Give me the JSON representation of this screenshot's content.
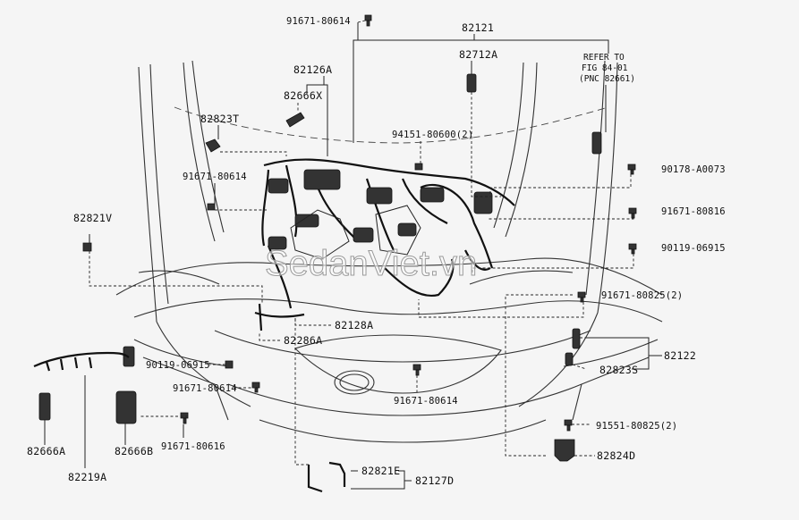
{
  "callouts": {
    "p91671_80614_top": "91671-80614",
    "p82121": "82121",
    "p82712A": "82712A",
    "refer1": "REFER TO",
    "refer2": "FIG 84-01",
    "refer3": "(PNC 82661)",
    "p82126A": "82126A",
    "p82666X": "82666X",
    "p82823T": "82823T",
    "p94151": "94151-80600(2)",
    "p90178": "90178-A0073",
    "p91671_80614_left": "91671-80614",
    "p91671_80816": "91671-80816",
    "p82821V": "82821V",
    "p90119_06915_right": "90119-06915",
    "p91671_80825": "91671-80825(2)",
    "p82128A": "82128A",
    "p82286A": "82286A",
    "p82122": "82122",
    "p90119_06915_left": "90119-06915",
    "p82823S": "82823S",
    "p91671_80614_low": "91671-80614",
    "p91671_80614_mid": "91671-80614",
    "p91551": "91551-80825(2)",
    "p91671_80616": "91671-80616",
    "p82824D": "82824D",
    "p82666A": "82666A",
    "p82666B": "82666B",
    "p82821E": "82821E",
    "p82127D": "82127D",
    "p82219A": "82219A"
  },
  "watermark": "SedanViet.vn"
}
